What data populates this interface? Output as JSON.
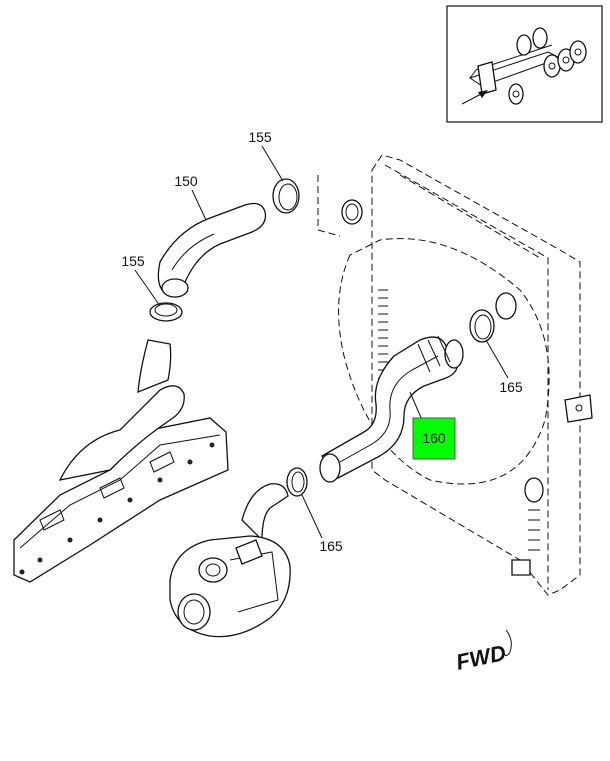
{
  "callouts": {
    "hose_upper": "150",
    "clamp_upper_top": "155",
    "clamp_upper_bottom": "155",
    "tube_lower": "160",
    "clamp_lower_right": "165",
    "clamp_lower_left": "165"
  },
  "direction_label": "FWD",
  "highlight_color": "#00ff00"
}
